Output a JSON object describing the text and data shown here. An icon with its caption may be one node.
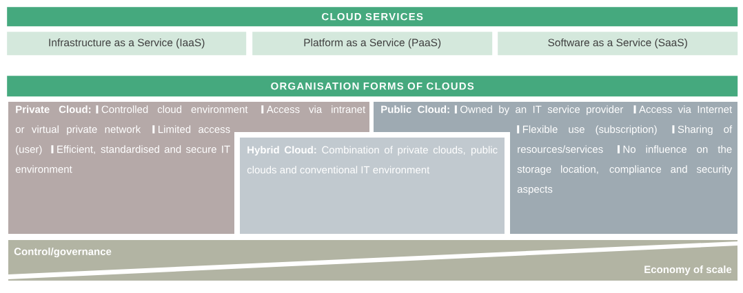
{
  "diagram": {
    "nodes": [
      {
        "text": [
          "CLOUD SERVICES"
        ]
      },
      {
        "text": [
          "Infrastructure as a Service (IaaS)"
        ]
      },
      {
        "text": [
          "Platform as a Service (PaaS)"
        ]
      },
      {
        "text": [
          "Software as a Service (SaaS)"
        ]
      },
      {
        "text": [
          "ORGANISATION FORMS OF CLOUDS"
        ]
      },
      {
        "text": [
          "Private Cloud:",
          "Controlled cloud environment",
          "Access via intranet or virtual private network",
          "Limited access (user)",
          "Efficient, standardised and secure IT environment"
        ]
      },
      {
        "text": [
          "Hybrid Cloud:",
          "Combination of private clouds, public clouds and conventional IT environment"
        ]
      },
      {
        "text": [
          "Public Cloud:",
          "Owned by an IT service provider",
          "Access via Internet",
          "Flexible use (subscription)",
          "Sharing of resources/services",
          "No influence on the storage location, compliance and security aspects"
        ]
      },
      {
        "text": [
          "Control/governance"
        ]
      },
      {
        "text": [
          "Economy of scale"
        ]
      }
    ]
  }
}
